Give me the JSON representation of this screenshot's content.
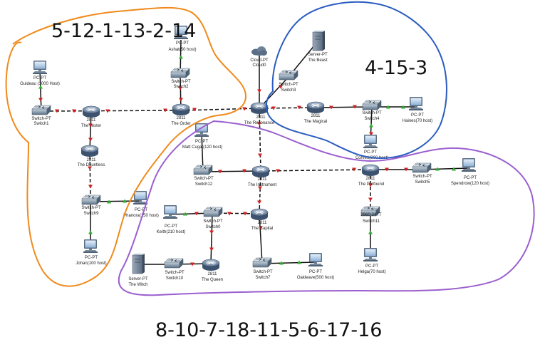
{
  "annotations": {
    "orange_group": "5-12-1-13-2-14",
    "blue_group": "4-15-3",
    "purple_group": "8-10-7-18-11-5-6-17-16"
  },
  "colors": {
    "orange": "#f08a1c",
    "blue": "#2b5cc0",
    "purple": "#9b5fcf",
    "link": "#111111",
    "arrow_red": "#d42020",
    "arrow_green": "#30b030"
  },
  "devices": {
    "pc_guideau": [
      "PC-PT",
      "Guideau (1000 Host)"
    ],
    "pc_ashat": [
      "PC-PT",
      "Ashat(50 host)"
    ],
    "switch2": [
      "Switch-PT",
      "Switch2"
    ],
    "switch1": [
      "Switch-PT",
      "Switch1"
    ],
    "router_jester": [
      "2811",
      "The Jester"
    ],
    "router_order": [
      "2811",
      "The Order"
    ],
    "cloud": [
      "Cloud-PT",
      "Cloud0"
    ],
    "router_resonance": [
      "2811",
      "The Resonance"
    ],
    "server_beast": [
      "Server-PT",
      "The Beast"
    ],
    "switch3": [
      "Switch-PT",
      "Switch3"
    ],
    "router_magical": [
      "2811",
      "The Magical"
    ],
    "switch4": [
      "Switch-PT",
      "Switch4"
    ],
    "pc_haines": [
      "PC-PT",
      "Haines(70 host)"
    ],
    "pc_corvett": [
      "PC-PT",
      "Corvett(200 host)"
    ],
    "router_dauntless": [
      "2811",
      "The Dauntless"
    ],
    "pc_mattcugat": [
      "PC-PT",
      "Matt Cugat(120 host)"
    ],
    "switch12": [
      "Switch-PT",
      "Switch12"
    ],
    "router_instrument": [
      "2811",
      "The Instrument"
    ],
    "router_profound": [
      "2811",
      "The Profound"
    ],
    "switch5": [
      "Switch-PT",
      "Switch5"
    ],
    "pc_spendrow": [
      "PC-PT",
      "Spendrow(120 host)"
    ],
    "switch9": [
      "Switch-PT",
      "Switch9"
    ],
    "pc_phanora": [
      "PC-PT",
      "Phanora(150 host)"
    ],
    "pc_keith": [
      "PC-PT",
      "Keith(210 host)"
    ],
    "switch0": [
      "Switch-PT",
      "Switch0"
    ],
    "router_capital": [
      "2811",
      "The Capital"
    ],
    "switch11": [
      "2960-24TT",
      "Switch11"
    ],
    "pc_johan": [
      "PC-PT",
      "Johan(100 host)"
    ],
    "server_witch": [
      "Server-PT",
      "The Witch"
    ],
    "switch10": [
      "Switch-PT",
      "Switch10"
    ],
    "router_queen": [
      "2811",
      "The Queen"
    ],
    "switch7": [
      "Switch-PT",
      "Switch7"
    ],
    "pc_oakleave": [
      "PC-PT",
      "Oakleave(500 host)"
    ],
    "pc_helga": [
      "PC-PT",
      "Helga(70 host)"
    ]
  }
}
